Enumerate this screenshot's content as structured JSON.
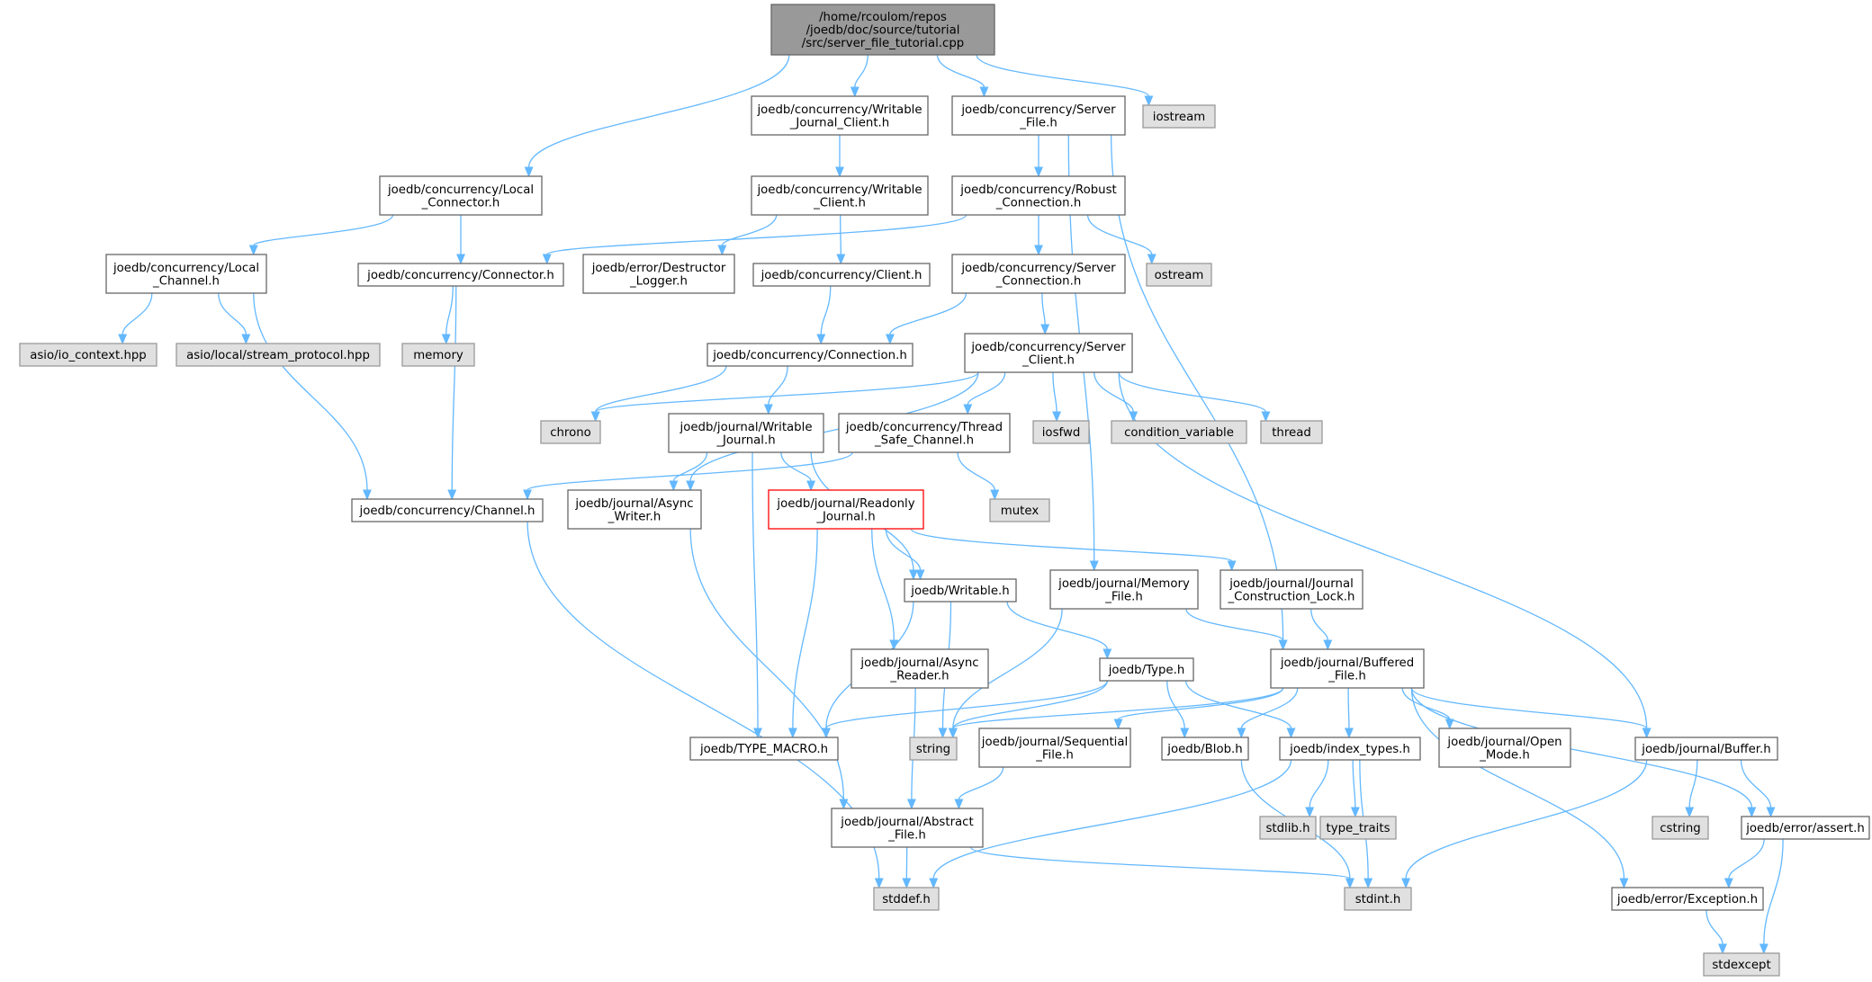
{
  "colors": {
    "edge": "#63b8ff",
    "node_fill": "#ffffff",
    "node_border": "#666666",
    "root_fill": "#999999",
    "root_border": "#666666",
    "system_fill": "#e0e0e0",
    "system_border": "#999999",
    "missing_border": "#ff0000"
  },
  "nodes": [
    {
      "id": "root",
      "kind": "root",
      "lines": [
        "/home/rcoulom/repos",
        "/joedb/doc/source/tutorial",
        "/src/server_file_tutorial.cpp"
      ]
    },
    {
      "id": "wjc",
      "kind": "normal",
      "lines": [
        "joedb/concurrency/Writable",
        "_Journal_Client.h"
      ]
    },
    {
      "id": "sf",
      "kind": "normal",
      "lines": [
        "joedb/concurrency/Server",
        "_File.h"
      ]
    },
    {
      "id": "iostream",
      "kind": "system",
      "lines": [
        "iostream"
      ]
    },
    {
      "id": "lconn",
      "kind": "normal",
      "lines": [
        "joedb/concurrency/Local",
        "_Connector.h"
      ]
    },
    {
      "id": "wcl",
      "kind": "normal",
      "lines": [
        "joedb/concurrency/Writable",
        "_Client.h"
      ]
    },
    {
      "id": "robust",
      "kind": "normal",
      "lines": [
        "joedb/concurrency/Robust",
        "_Connection.h"
      ]
    },
    {
      "id": "lchan",
      "kind": "normal",
      "lines": [
        "joedb/concurrency/Local",
        "_Channel.h"
      ]
    },
    {
      "id": "connector",
      "kind": "normal",
      "lines": [
        "joedb/concurrency/Connector.h"
      ]
    },
    {
      "id": "dlog",
      "kind": "normal",
      "lines": [
        "joedb/error/Destructor",
        "_Logger.h"
      ]
    },
    {
      "id": "client",
      "kind": "normal",
      "lines": [
        "joedb/concurrency/Client.h"
      ]
    },
    {
      "id": "sconn",
      "kind": "normal",
      "lines": [
        "joedb/concurrency/Server",
        "_Connection.h"
      ]
    },
    {
      "id": "ostream",
      "kind": "system",
      "lines": [
        "ostream"
      ]
    },
    {
      "id": "asioctx",
      "kind": "system",
      "lines": [
        "asio/io_context.hpp"
      ]
    },
    {
      "id": "asiostream",
      "kind": "system",
      "lines": [
        "asio/local/stream_protocol.hpp"
      ]
    },
    {
      "id": "memory",
      "kind": "system",
      "lines": [
        "memory"
      ]
    },
    {
      "id": "connection",
      "kind": "normal",
      "lines": [
        "joedb/concurrency/Connection.h"
      ]
    },
    {
      "id": "sclient",
      "kind": "normal",
      "lines": [
        "joedb/concurrency/Server",
        "_Client.h"
      ]
    },
    {
      "id": "chrono",
      "kind": "system",
      "lines": [
        "chrono"
      ]
    },
    {
      "id": "wj",
      "kind": "normal",
      "lines": [
        "joedb/journal/Writable",
        "_Journal.h"
      ]
    },
    {
      "id": "tsc",
      "kind": "normal",
      "lines": [
        "joedb/concurrency/Thread",
        "_Safe_Channel.h"
      ]
    },
    {
      "id": "iosfwd",
      "kind": "system",
      "lines": [
        "iosfwd"
      ]
    },
    {
      "id": "condvar",
      "kind": "system",
      "lines": [
        "condition_variable"
      ]
    },
    {
      "id": "thread",
      "kind": "system",
      "lines": [
        "thread"
      ]
    },
    {
      "id": "channel",
      "kind": "normal",
      "lines": [
        "joedb/concurrency/Channel.h"
      ]
    },
    {
      "id": "aw",
      "kind": "normal",
      "lines": [
        "joedb/journal/Async",
        "_Writer.h"
      ]
    },
    {
      "id": "roj",
      "kind": "missing",
      "lines": [
        "joedb/journal/Readonly",
        "_Journal.h"
      ]
    },
    {
      "id": "mutex",
      "kind": "system",
      "lines": [
        "mutex"
      ]
    },
    {
      "id": "writable",
      "kind": "normal",
      "lines": [
        "joedb/Writable.h"
      ]
    },
    {
      "id": "memfile",
      "kind": "normal",
      "lines": [
        "joedb/journal/Memory",
        "_File.h"
      ]
    },
    {
      "id": "jcl",
      "kind": "normal",
      "lines": [
        "joedb/journal/Journal",
        "_Construction_Lock.h"
      ]
    },
    {
      "id": "ar",
      "kind": "normal",
      "lines": [
        "joedb/journal/Async",
        "_Reader.h"
      ]
    },
    {
      "id": "type",
      "kind": "normal",
      "lines": [
        "joedb/Type.h"
      ]
    },
    {
      "id": "bf",
      "kind": "normal",
      "lines": [
        "joedb/journal/Buffered",
        "_File.h"
      ]
    },
    {
      "id": "tmacro",
      "kind": "normal",
      "lines": [
        "joedb/TYPE_MACRO.h"
      ]
    },
    {
      "id": "string",
      "kind": "system",
      "lines": [
        "string"
      ]
    },
    {
      "id": "seqf",
      "kind": "normal",
      "lines": [
        "joedb/journal/Sequential",
        "_File.h"
      ]
    },
    {
      "id": "blob",
      "kind": "normal",
      "lines": [
        "joedb/Blob.h"
      ]
    },
    {
      "id": "itypes",
      "kind": "normal",
      "lines": [
        "joedb/index_types.h"
      ]
    },
    {
      "id": "openmode",
      "kind": "normal",
      "lines": [
        "joedb/journal/Open",
        "_Mode.h"
      ]
    },
    {
      "id": "buffer",
      "kind": "normal",
      "lines": [
        "joedb/journal/Buffer.h"
      ]
    },
    {
      "id": "absf",
      "kind": "normal",
      "lines": [
        "joedb/journal/Abstract",
        "_File.h"
      ]
    },
    {
      "id": "stdlib",
      "kind": "system",
      "lines": [
        "stdlib.h"
      ]
    },
    {
      "id": "ttraits",
      "kind": "system",
      "lines": [
        "type_traits"
      ]
    },
    {
      "id": "cstring",
      "kind": "system",
      "lines": [
        "cstring"
      ]
    },
    {
      "id": "assert",
      "kind": "normal",
      "lines": [
        "joedb/error/assert.h"
      ]
    },
    {
      "id": "stddef",
      "kind": "system",
      "lines": [
        "stddef.h"
      ]
    },
    {
      "id": "stdint",
      "kind": "system",
      "lines": [
        "stdint.h"
      ]
    },
    {
      "id": "exception",
      "kind": "normal",
      "lines": [
        "joedb/error/Exception.h"
      ]
    },
    {
      "id": "stdexcept",
      "kind": "system",
      "lines": [
        "stdexcept"
      ]
    }
  ],
  "edges": [
    [
      "root",
      "wjc"
    ],
    [
      "root",
      "sf"
    ],
    [
      "root",
      "iostream"
    ],
    [
      "root",
      "lconn"
    ],
    [
      "wjc",
      "wcl"
    ],
    [
      "sf",
      "robust"
    ],
    [
      "sf",
      "memfile"
    ],
    [
      "sf",
      "bf"
    ],
    [
      "lconn",
      "lchan"
    ],
    [
      "lconn",
      "connector"
    ],
    [
      "wcl",
      "dlog"
    ],
    [
      "wcl",
      "client"
    ],
    [
      "robust",
      "connector"
    ],
    [
      "robust",
      "sconn"
    ],
    [
      "robust",
      "ostream"
    ],
    [
      "lchan",
      "asioctx"
    ],
    [
      "lchan",
      "asiostream"
    ],
    [
      "lchan",
      "channel"
    ],
    [
      "connector",
      "memory"
    ],
    [
      "connector",
      "channel"
    ],
    [
      "client",
      "connection"
    ],
    [
      "sconn",
      "connection"
    ],
    [
      "sconn",
      "sclient"
    ],
    [
      "connection",
      "chrono"
    ],
    [
      "connection",
      "wj"
    ],
    [
      "sclient",
      "chrono"
    ],
    [
      "sclient",
      "aw"
    ],
    [
      "sclient",
      "tsc"
    ],
    [
      "sclient",
      "iosfwd"
    ],
    [
      "sclient",
      "condvar"
    ],
    [
      "sclient",
      "thread"
    ],
    [
      "sclient",
      "buffer"
    ],
    [
      "wj",
      "aw"
    ],
    [
      "wj",
      "roj"
    ],
    [
      "wj",
      "writable"
    ],
    [
      "wj",
      "tmacro"
    ],
    [
      "tsc",
      "channel"
    ],
    [
      "tsc",
      "mutex"
    ],
    [
      "channel",
      "stddef"
    ],
    [
      "aw",
      "absf"
    ],
    [
      "roj",
      "writable"
    ],
    [
      "roj",
      "jcl"
    ],
    [
      "roj",
      "ar"
    ],
    [
      "roj",
      "tmacro"
    ],
    [
      "writable",
      "type"
    ],
    [
      "writable",
      "tmacro"
    ],
    [
      "writable",
      "string"
    ],
    [
      "memfile",
      "bf"
    ],
    [
      "memfile",
      "string"
    ],
    [
      "jcl",
      "bf"
    ],
    [
      "ar",
      "absf"
    ],
    [
      "type",
      "tmacro"
    ],
    [
      "type",
      "string"
    ],
    [
      "type",
      "blob"
    ],
    [
      "type",
      "itypes"
    ],
    [
      "bf",
      "string"
    ],
    [
      "bf",
      "seqf"
    ],
    [
      "bf",
      "blob"
    ],
    [
      "bf",
      "itypes"
    ],
    [
      "bf",
      "openmode"
    ],
    [
      "bf",
      "buffer"
    ],
    [
      "bf",
      "assert"
    ],
    [
      "bf",
      "exception"
    ],
    [
      "seqf",
      "absf"
    ],
    [
      "blob",
      "stdint"
    ],
    [
      "itypes",
      "stdlib"
    ],
    [
      "itypes",
      "ttraits"
    ],
    [
      "itypes",
      "stddef"
    ],
    [
      "itypes",
      "stdint"
    ],
    [
      "buffer",
      "cstring"
    ],
    [
      "buffer",
      "assert"
    ],
    [
      "buffer",
      "stdint"
    ],
    [
      "absf",
      "stddef"
    ],
    [
      "absf",
      "stdint"
    ],
    [
      "assert",
      "exception"
    ],
    [
      "assert",
      "stdexcept"
    ],
    [
      "exception",
      "stdexcept"
    ]
  ]
}
